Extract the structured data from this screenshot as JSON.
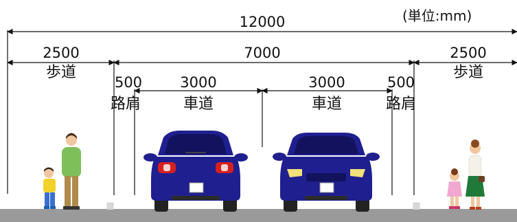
{
  "unit_label": "(単位:mm)",
  "total": {
    "value": "12000"
  },
  "segments": [
    {
      "id": "sidewalk-left",
      "width": "2500",
      "name": "歩道"
    },
    {
      "id": "carriageway-total",
      "width": "7000"
    },
    {
      "id": "shoulder-left",
      "width": "500",
      "name": "路肩"
    },
    {
      "id": "lane-left",
      "width": "3000",
      "name": "車道"
    },
    {
      "id": "lane-right",
      "width": "3000",
      "name": "車道"
    },
    {
      "id": "shoulder-right",
      "width": "500",
      "name": "路肩"
    },
    {
      "id": "sidewalk-right",
      "width": "2500",
      "name": "歩道"
    }
  ],
  "colors": {
    "line": "#111111",
    "road": "#9a9a9a",
    "car_body": "#1f1f8f",
    "car_dark": "#12125e",
    "tail_light": "#d62020",
    "head_light": "#f2e07a"
  }
}
